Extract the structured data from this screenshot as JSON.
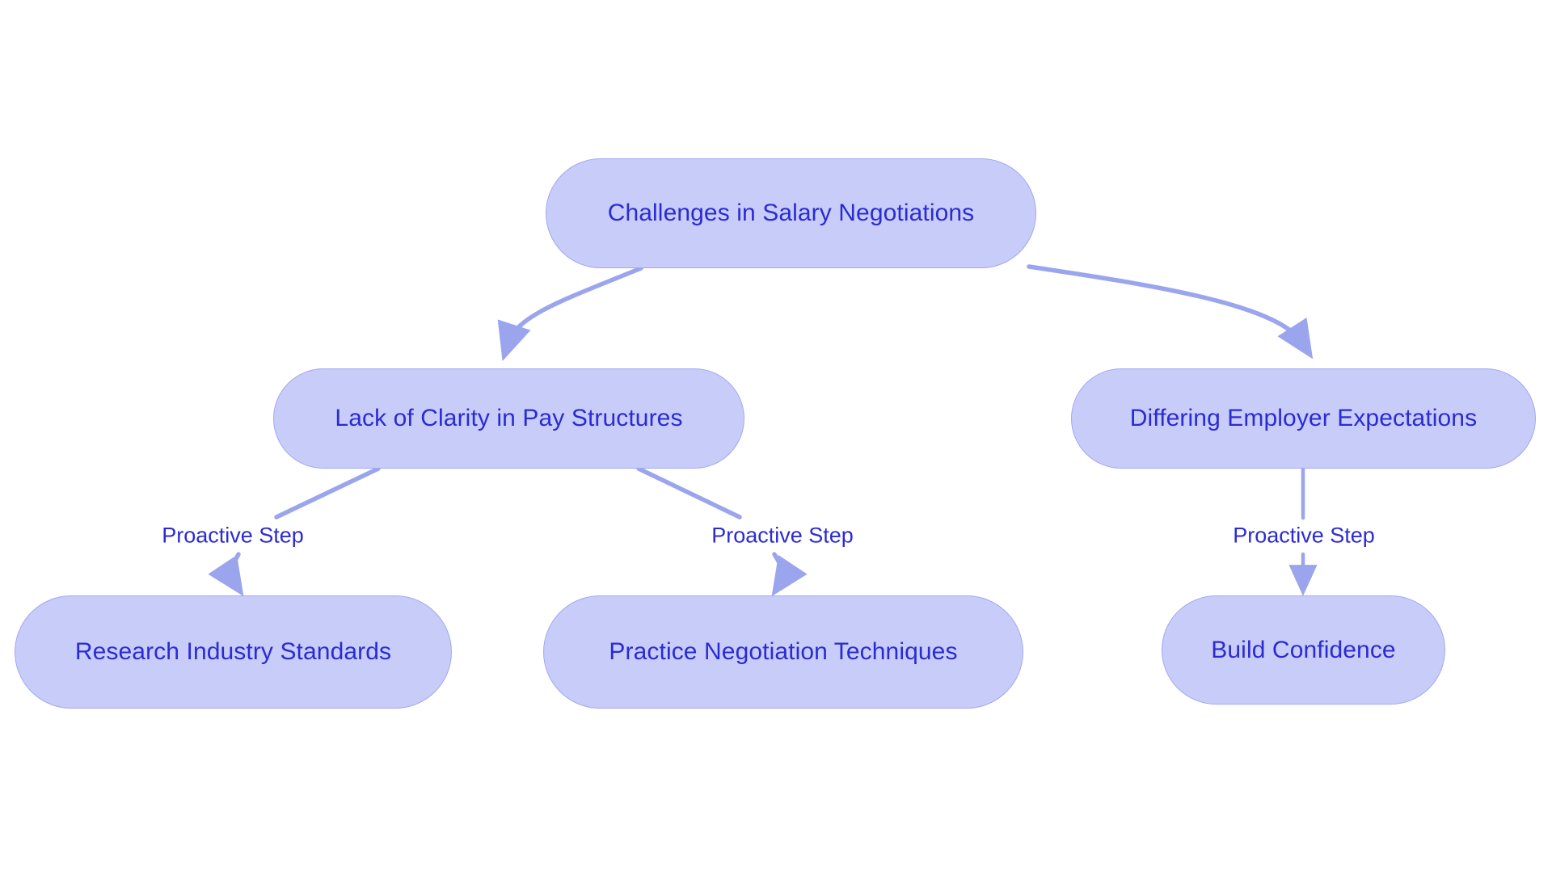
{
  "diagram": {
    "type": "flowchart",
    "orientation": "top-down",
    "background_color": "#ffffff",
    "node_fill_color": "#c8ccf9",
    "node_border_color": "#a2a9f0",
    "node_text_color": "#2b2bd4",
    "edge_color": "#9aa5ee",
    "edge_label_text_color": "#2b2bd4",
    "nodes": [
      {
        "id": "root",
        "label": "Challenges in Salary Negotiations"
      },
      {
        "id": "clarity",
        "label": "Lack of Clarity in Pay Structures"
      },
      {
        "id": "employer",
        "label": "Differing Employer Expectations"
      },
      {
        "id": "research",
        "label": "Research Industry Standards"
      },
      {
        "id": "practice",
        "label": "Practice Negotiation Techniques"
      },
      {
        "id": "confidence",
        "label": "Build Confidence"
      }
    ],
    "edges": [
      {
        "from": "root",
        "to": "clarity",
        "label": ""
      },
      {
        "from": "root",
        "to": "employer",
        "label": ""
      },
      {
        "from": "clarity",
        "to": "research",
        "label": "Proactive Step"
      },
      {
        "from": "clarity",
        "to": "practice",
        "label": "Proactive Step"
      },
      {
        "from": "employer",
        "to": "confidence",
        "label": "Proactive Step"
      }
    ],
    "edge_labels": [
      {
        "id": "label-research",
        "text": "Proactive Step"
      },
      {
        "id": "label-practice",
        "text": "Proactive Step"
      },
      {
        "id": "label-confidence",
        "text": "Proactive Step"
      }
    ]
  }
}
